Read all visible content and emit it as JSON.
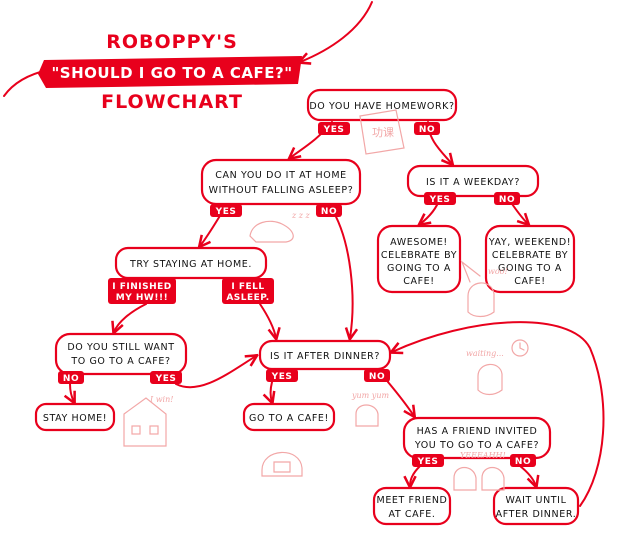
{
  "title": {
    "line1": "ROBOPPY'S",
    "line2": "\"SHOULD I GO TO A CAFE?\"",
    "line3": "FLOWCHART"
  },
  "nodes": {
    "homework": [
      "DO YOU HAVE HOMEWORK?"
    ],
    "home_asleep": [
      "CAN YOU DO IT AT HOME",
      "WITHOUT FALLING ASLEEP?"
    ],
    "weekday": [
      "IS IT A WEEKDAY?"
    ],
    "awesome": [
      "AWESOME!",
      "CELEBRATE BY",
      "GOING TO A",
      "CAFE!"
    ],
    "weekend": [
      "YAY, WEEKEND!",
      "CELEBRATE BY",
      "GOING TO A",
      "CAFE!"
    ],
    "try_home": [
      "TRY STAYING AT HOME."
    ],
    "still_want": [
      "DO YOU STILL WANT",
      "TO GO TO A CAFE?"
    ],
    "after_dinner": [
      "IS IT AFTER DINNER?"
    ],
    "stay_home": [
      "STAY HOME!"
    ],
    "go_cafe": [
      "GO TO A CAFE!"
    ],
    "friend_invited": [
      "HAS A FRIEND INVITED",
      "YOU TO GO TO A CAFE?"
    ],
    "meet_friend": [
      "MEET FRIEND",
      "AT CAFE."
    ],
    "wait_dinner": [
      "WAIT UNTIL",
      "AFTER DINNER."
    ]
  },
  "labels": {
    "yes": "YES",
    "no": "NO",
    "finished": [
      "I FINISHED",
      "MY HW!!!"
    ],
    "fell_asleep": [
      "I FELL",
      "ASLEEP."
    ]
  },
  "doodles": {
    "book_kanji": "功课",
    "sleep_text": "z z z",
    "win_text": "I win!",
    "woo_text": "woo!",
    "waiting_text": "waiting...",
    "yum_text": "yum yum",
    "yeah_text": "YEEEAHH!"
  },
  "colors": {
    "accent": "#e8001c",
    "doodle": "#f2a7a7",
    "text": "#111111"
  }
}
